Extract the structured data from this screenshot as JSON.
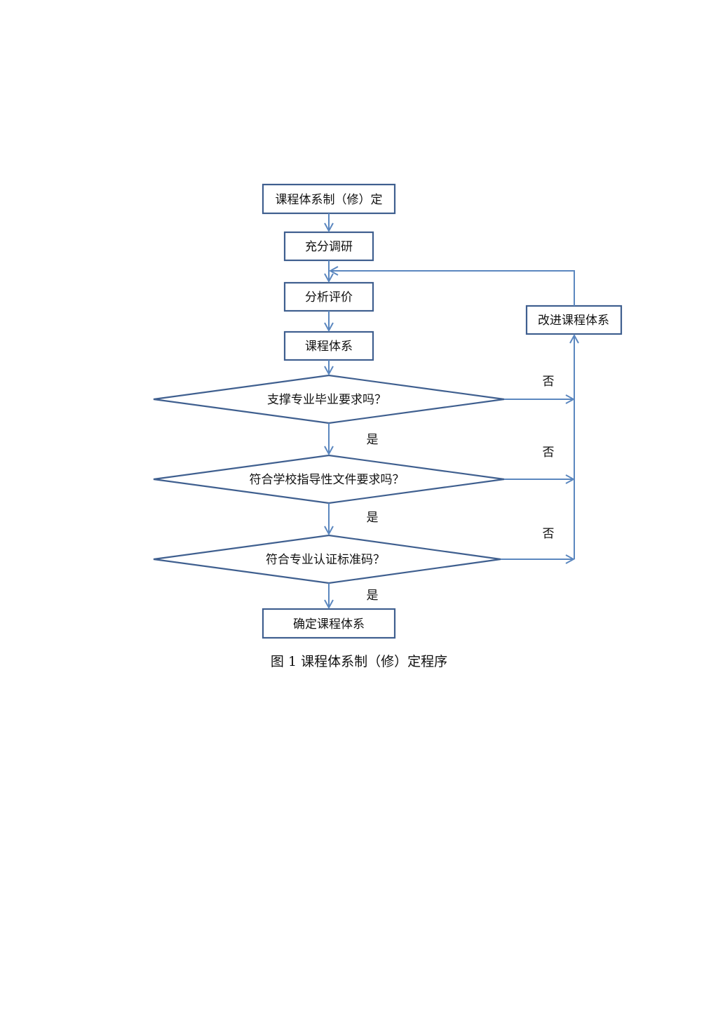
{
  "nodes": {
    "start": "课程体系制（修）定",
    "research": "充分调研",
    "analyze": "分析评价",
    "system": "课程体系",
    "improve": "改进课程体系",
    "decision1": "支撑专业毕业要求吗？",
    "decision2": "符合学校指导性文件要求吗？",
    "decision3": "符合专业认证标准码？",
    "confirm": "确定课程体系"
  },
  "labels": {
    "yes1": "是",
    "yes2": "是",
    "yes3": "是",
    "no1": "否",
    "no2": "否",
    "no3": "否"
  },
  "caption": "图 1  课程体系制（修）定程序",
  "colors": {
    "box_stroke": "#3f5f8f",
    "connector": "#5b87bf"
  }
}
